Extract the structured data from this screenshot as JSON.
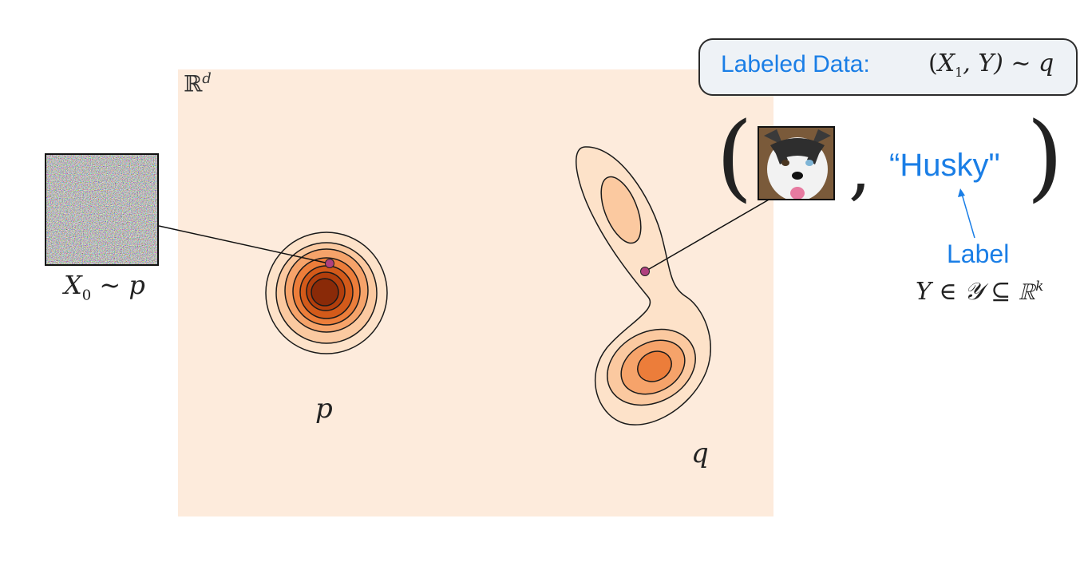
{
  "space": {
    "symbol": "ℝ",
    "exponent": "d",
    "color": "#fdebdc"
  },
  "callout": {
    "title": "Labeled Data:",
    "math_open": "(",
    "math_x": "X",
    "math_sub": "1",
    "math_rest": ", Y) ~ q"
  },
  "source": {
    "label_x": "X",
    "label_sub": "0",
    "label_rest": " ~ p"
  },
  "distributions": {
    "p_label": "p",
    "q_label": "q"
  },
  "sample": {
    "paren_open": "(",
    "paren_close": ")",
    "comma": ",",
    "label_value": "“Husky\"",
    "label_caption": "Label",
    "label_space": "Y ∈ 𝒴 ⊆ ℝ",
    "label_space_exp": "k"
  },
  "colors": {
    "accent_blue": "#1a7ee6",
    "point": "#b0407e",
    "contour_fill_light": "#fbc9a0",
    "contour_fill_dark": "#8a2a08"
  }
}
